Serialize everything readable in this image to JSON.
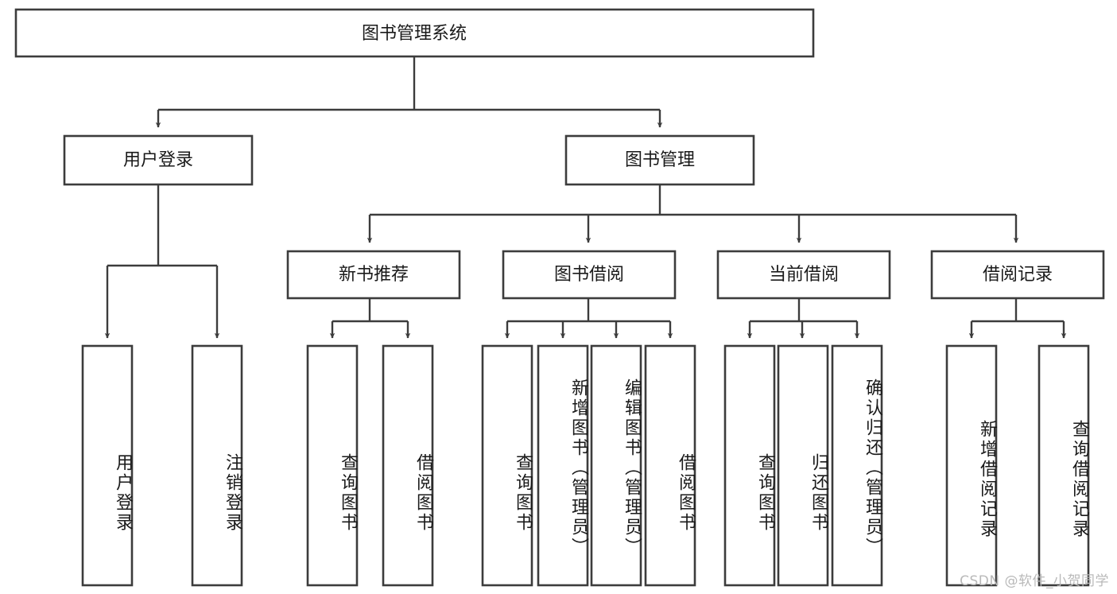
{
  "diagram": {
    "title": "图书管理系统",
    "type": "tree-hierarchy",
    "root": {
      "id": "root",
      "label": "图书管理系统"
    },
    "level2": [
      {
        "id": "user-login",
        "label": "用户登录"
      },
      {
        "id": "book-manage",
        "label": "图书管理"
      }
    ],
    "level3": [
      {
        "id": "new-book-rec",
        "label": "新书推荐",
        "parent": "book-manage"
      },
      {
        "id": "book-borrow",
        "label": "图书借阅",
        "parent": "book-manage"
      },
      {
        "id": "current-borrow",
        "label": "当前借阅",
        "parent": "book-manage"
      },
      {
        "id": "borrow-record",
        "label": "借阅记录",
        "parent": "book-manage"
      }
    ],
    "leaves": [
      {
        "id": "leaf-user-login",
        "label": "用户登录",
        "parent": "user-login"
      },
      {
        "id": "leaf-logout",
        "label": "注销登录",
        "parent": "user-login"
      },
      {
        "id": "leaf-query-book-1",
        "label": "查询图书",
        "parent": "new-book-rec"
      },
      {
        "id": "leaf-borrow-book-1",
        "label": "借阅图书",
        "parent": "new-book-rec"
      },
      {
        "id": "leaf-query-book-2",
        "label": "查询图书",
        "parent": "book-borrow"
      },
      {
        "id": "leaf-add-book",
        "label": "新增图书（管理员）",
        "parent": "book-borrow"
      },
      {
        "id": "leaf-edit-book",
        "label": "编辑图书（管理员）",
        "parent": "book-borrow"
      },
      {
        "id": "leaf-borrow-book-2",
        "label": "借阅图书",
        "parent": "book-borrow"
      },
      {
        "id": "leaf-query-book-3",
        "label": "查询图书",
        "parent": "current-borrow"
      },
      {
        "id": "leaf-return-book",
        "label": "归还图书",
        "parent": "current-borrow"
      },
      {
        "id": "leaf-confirm-return",
        "label": "确认归还（管理员）",
        "parent": "current-borrow"
      },
      {
        "id": "leaf-add-record",
        "label": "新增借阅记录",
        "parent": "borrow-record"
      },
      {
        "id": "leaf-query-record",
        "label": "查询借阅记录",
        "parent": "borrow-record"
      }
    ],
    "watermark": "CSDN @软件_小贺同学",
    "colors": {
      "box_stroke": "#3c3c3c",
      "box_fill": "#ffffff",
      "text": "#1a1a1a",
      "background": "#ffffff",
      "watermark": "#b9b9b9"
    }
  }
}
